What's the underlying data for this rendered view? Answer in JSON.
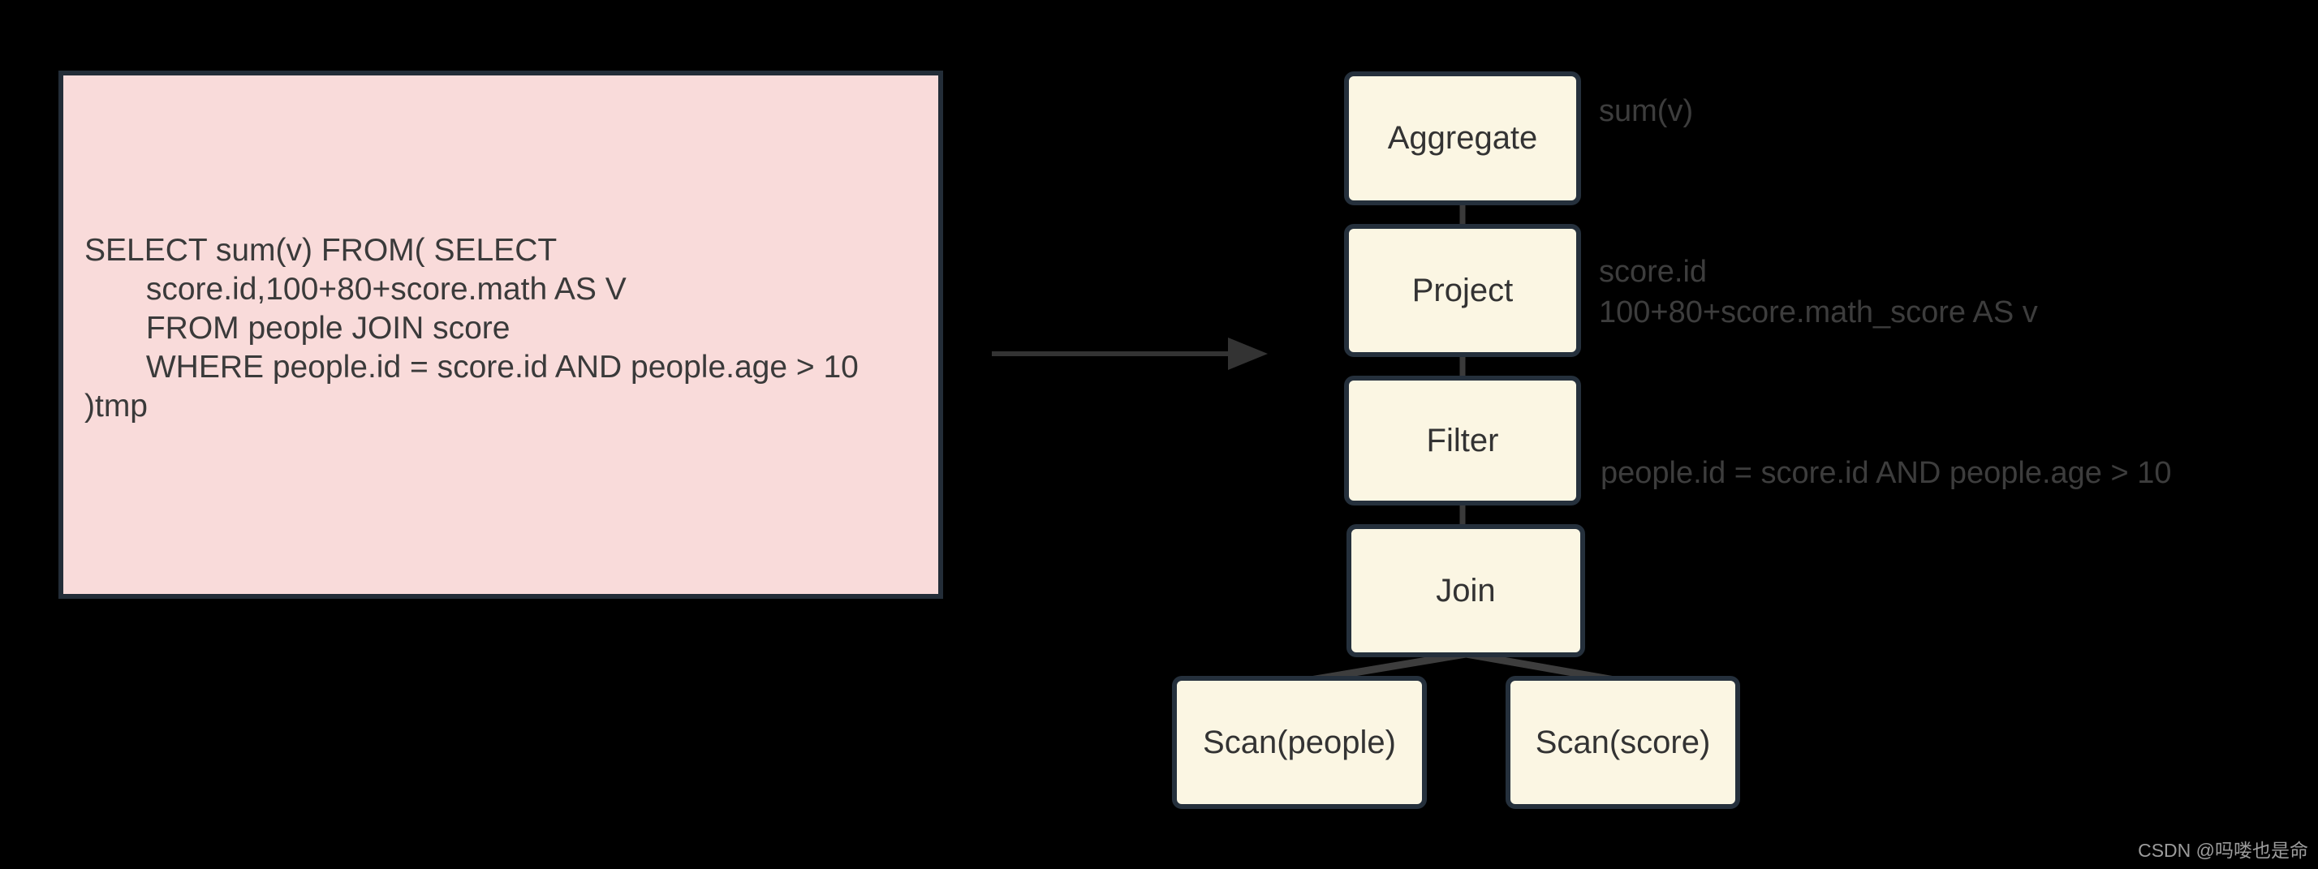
{
  "sql_panel": {
    "text": "SELECT sum(v) FROM( SELECT\n       score.id,100+80+score.math AS V\n       FROM people JOIN score\n       WHERE people.id = score.id AND people.age > 10\n)tmp"
  },
  "plan_tree": {
    "nodes": [
      {
        "id": "aggregate",
        "label": "Aggregate",
        "annotation": "sum(v)"
      },
      {
        "id": "project",
        "label": "Project",
        "annotation": "score.id\n100+80+score.math_score AS v"
      },
      {
        "id": "filter",
        "label": "Filter",
        "annotation": "people.id = score.id AND people.age > 10"
      },
      {
        "id": "join",
        "label": "Join",
        "annotation": ""
      },
      {
        "id": "scan-people",
        "label": "Scan(people)",
        "annotation": ""
      },
      {
        "id": "scan-score",
        "label": "Scan(score)",
        "annotation": ""
      }
    ]
  },
  "watermark": "CSDN @吗喽也是命",
  "colors": {
    "background": "#000000",
    "sql_panel_fill": "#f9dbda",
    "sql_panel_border": "#232d38",
    "node_fill": "#fbf6e3",
    "node_border": "#25303c",
    "node_text": "#333333",
    "sql_text": "#3a3a3a",
    "annotation_text": "#3d3d3d",
    "connector": "#3a3a3a",
    "arrow": "#333333",
    "watermark_text": "#9c9c9c"
  }
}
